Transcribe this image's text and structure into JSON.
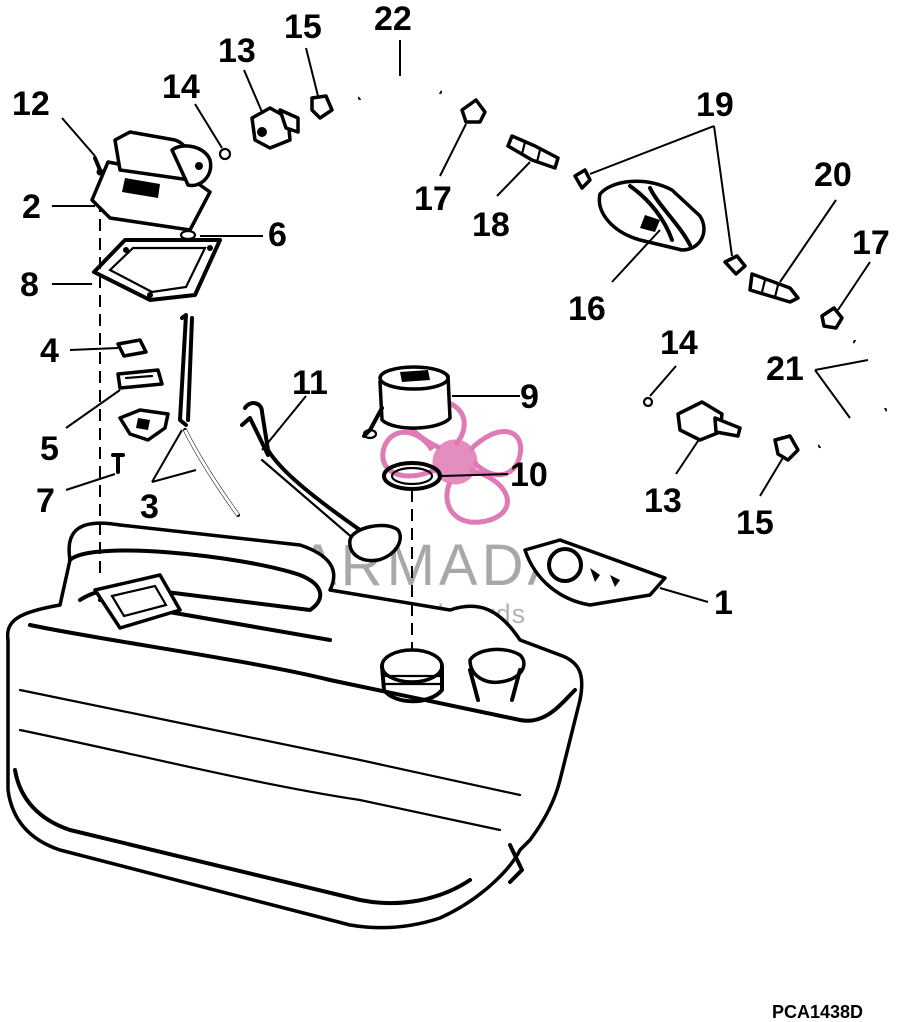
{
  "figure_id": "PCA1438D",
  "watermark": {
    "brand": "ARMADA",
    "tagline": "marine outboards",
    "logo_color": "#e07ab4"
  },
  "callouts": {
    "c1": "1",
    "c2": "2",
    "c3": "3",
    "c4": "4",
    "c5": "5",
    "c6": "6",
    "c7": "7",
    "c8": "8",
    "c9": "9",
    "c10": "10",
    "c11": "11",
    "c12": "12",
    "c13a": "13",
    "c13b": "13",
    "c14a": "14",
    "c14b": "14",
    "c15a": "15",
    "c15b": "15",
    "c16": "16",
    "c17a": "17",
    "c17b": "17",
    "c18": "18",
    "c19": "19",
    "c20": "20",
    "c21": "21",
    "c22": "22"
  }
}
